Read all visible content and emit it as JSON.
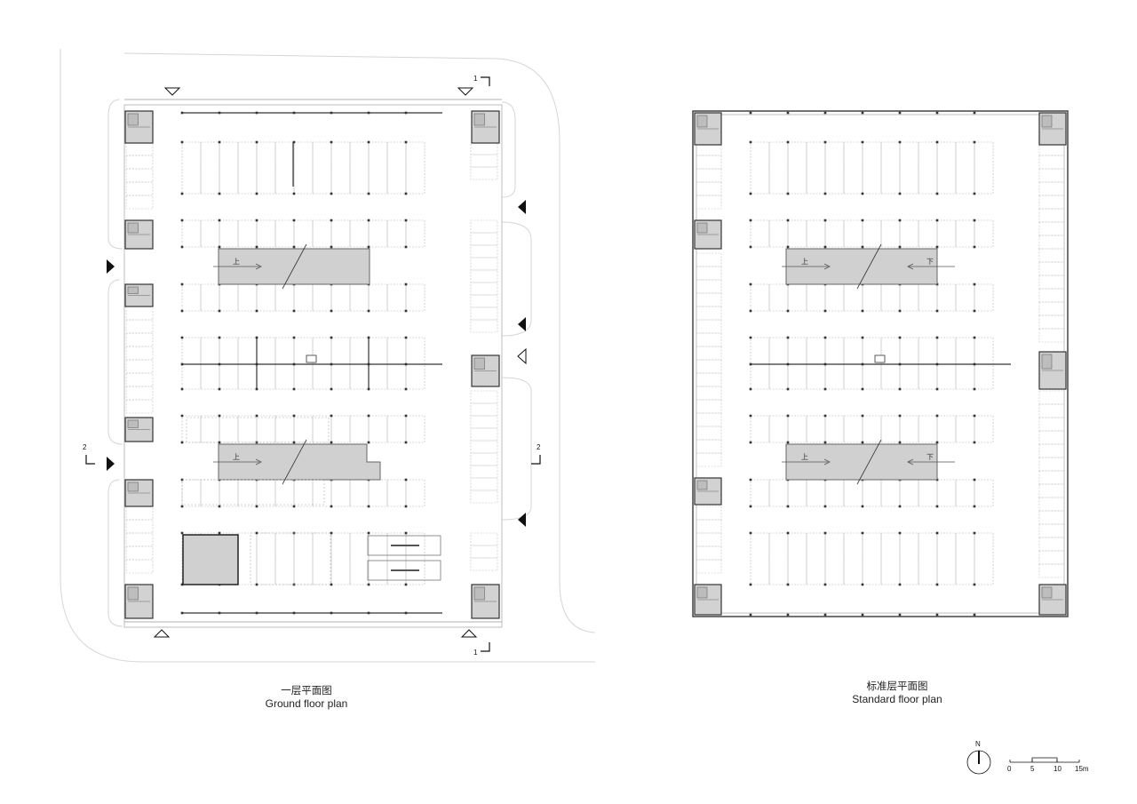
{
  "plans": [
    {
      "id": "ground",
      "title_cn": "一层平面图",
      "title_en": "Ground floor plan",
      "ramp_labels": [
        "上",
        "上"
      ]
    },
    {
      "id": "standard",
      "title_cn": "标准层平面图",
      "title_en": "Standard floor plan",
      "ramp_labels": [
        "上",
        "下",
        "上",
        "下"
      ]
    }
  ],
  "section_marks": {
    "ground_1_top": "1",
    "ground_1_bottom": "1",
    "ground_2_left": "2",
    "ground_2_right": "2"
  },
  "north_arrow": {
    "label": "N"
  },
  "scale_bar": {
    "ticks": [
      "0",
      "5",
      "10",
      "15m"
    ]
  }
}
